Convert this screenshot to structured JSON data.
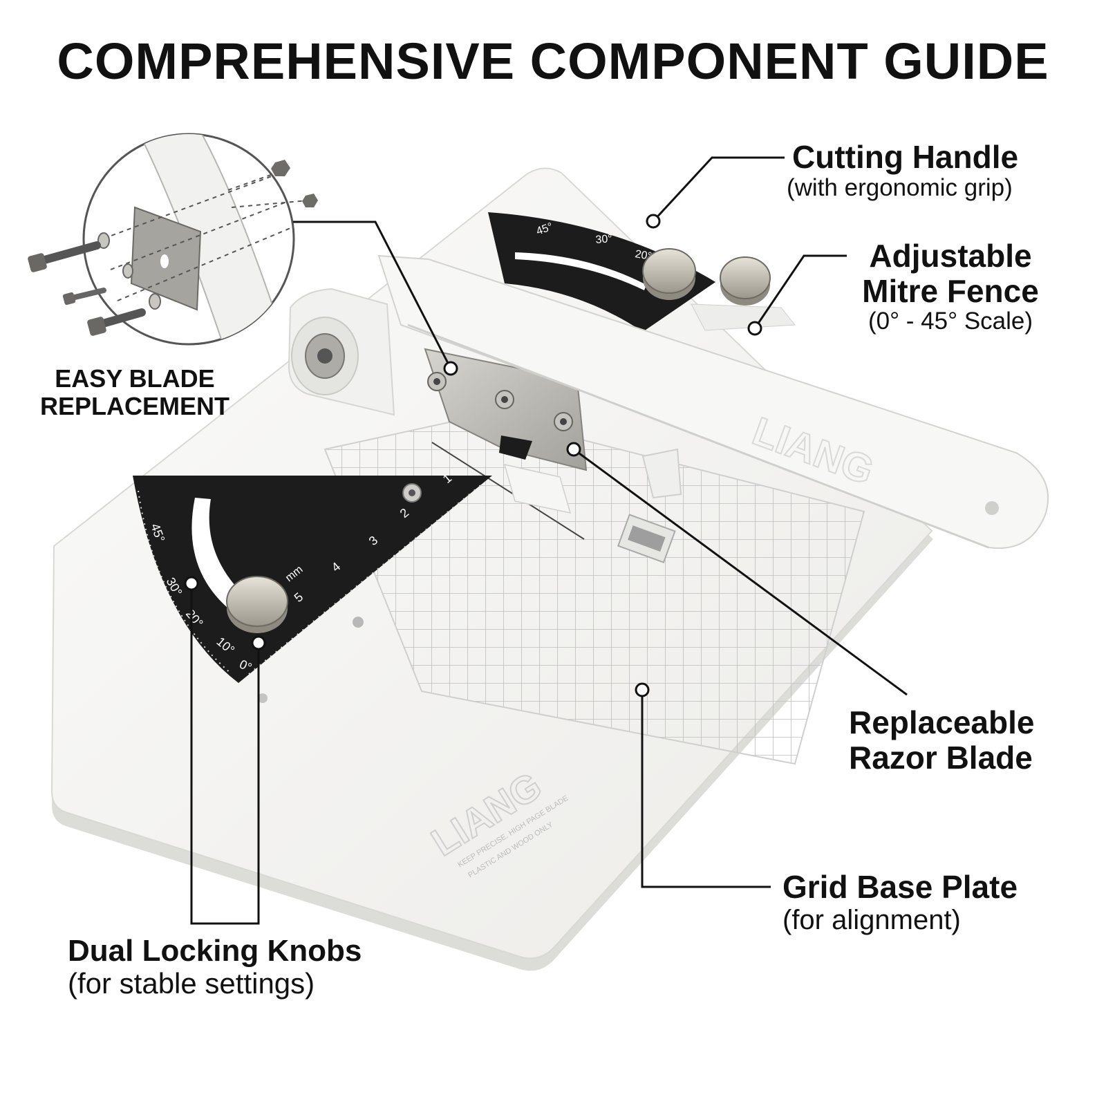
{
  "title": "COMPREHENSIVE COMPONENT GUIDE",
  "inset_caption": [
    "EASY BLADE",
    "REPLACEMENT"
  ],
  "brand": "LIANG",
  "base_fine_print": [
    "KEEP PRECISE. HIGH PAGE BLADE",
    "PLASTIC AND WOOD ONLY"
  ],
  "callouts": {
    "cutting_handle": {
      "name": "Cutting Handle",
      "detail": "(with ergonomic grip)"
    },
    "mitre_fence": {
      "name_line1": "Adjustable",
      "name_line2": "Mitre Fence",
      "detail": "(0° - 45° Scale)"
    },
    "razor_blade": {
      "name_line1": "Replaceable",
      "name_line2": "Razor Blade"
    },
    "grid_plate": {
      "name": "Grid Base Plate",
      "detail": "(for alignment)"
    },
    "locking_knobs": {
      "name": "Dual Locking Knobs",
      "detail": "(for stable settings)"
    }
  },
  "scales": {
    "front_angles": [
      "45°",
      "30°",
      "20°",
      "10°",
      "0°"
    ],
    "front_mm": [
      "1",
      "2",
      "3",
      "4",
      "5"
    ],
    "mm_unit": "mm",
    "back_angles": [
      "45°",
      "30°",
      "20°"
    ]
  },
  "colors": {
    "text": "#111111",
    "plate": "#f4f4f2",
    "plate_edge": "#dcdcd8",
    "gauge": "#1c1c1c",
    "metal": "#b9b7b2",
    "grid_line": "#c9c9c9"
  }
}
